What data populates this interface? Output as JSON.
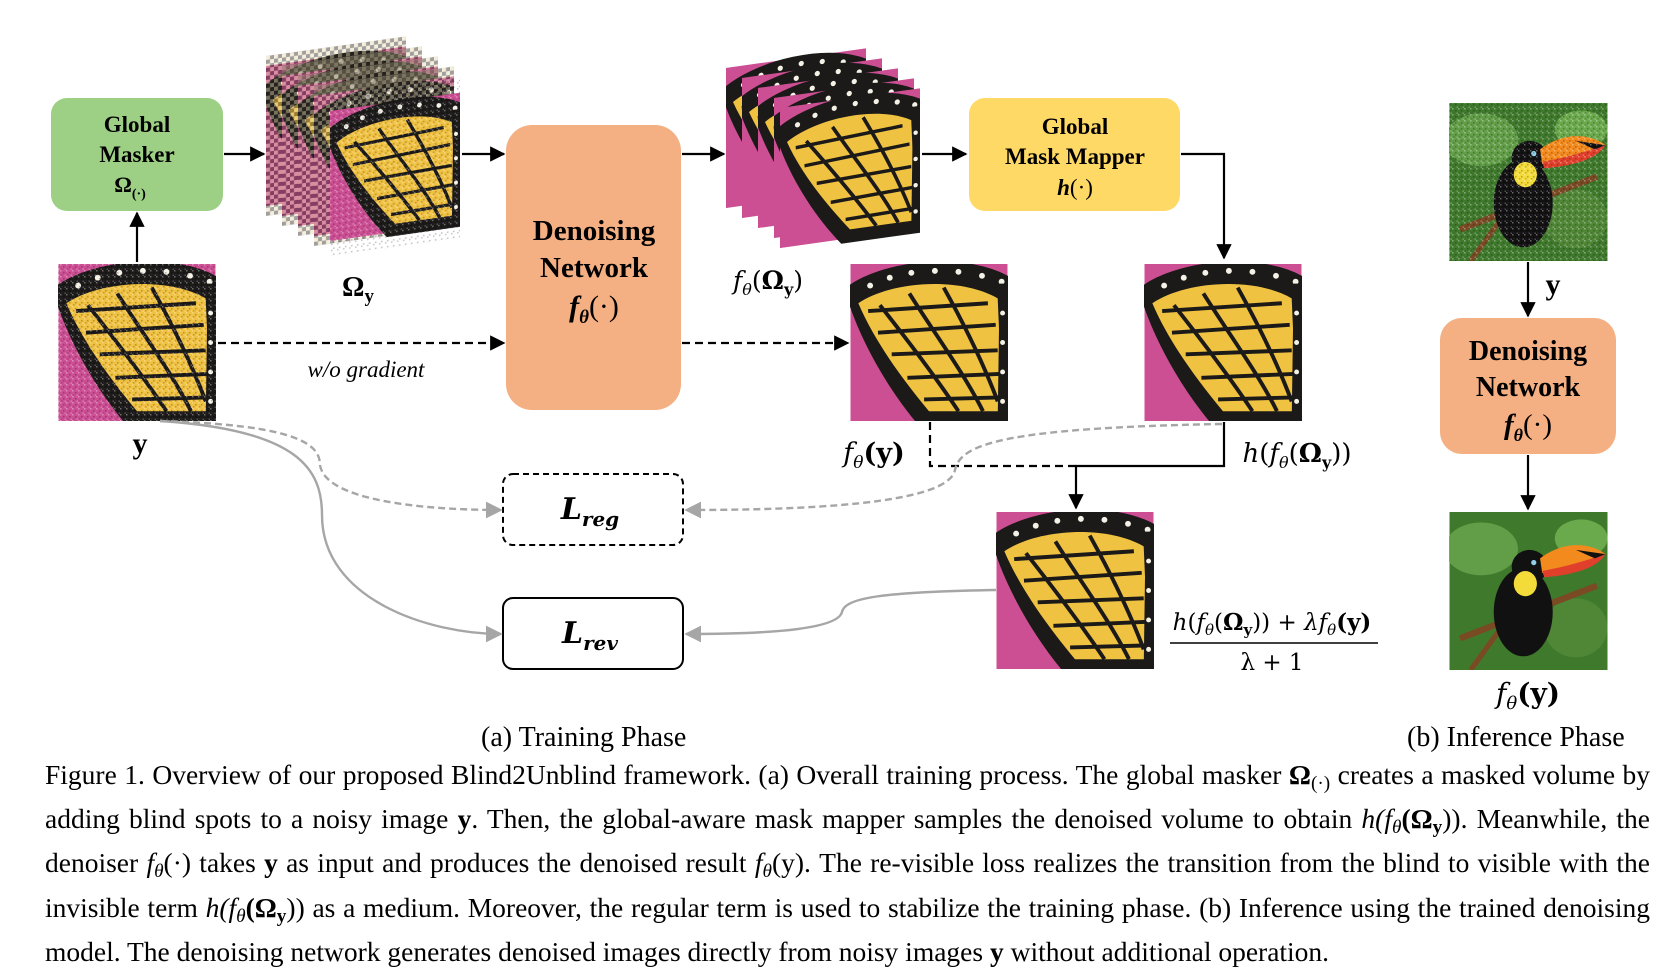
{
  "colors": {
    "masker_box": "#9dd085",
    "denoise_box": "#f4af83",
    "mapper_box": "#ffd966",
    "arrow_gray": "#a6a6a6",
    "butterfly_yellow": "#f0c242",
    "butterfly_pink": "#cf3f86",
    "toucan_green": "#3f7a2c"
  },
  "training": {
    "masker": {
      "line1": "Global",
      "line2": "Masker",
      "sym": "Ω",
      "sub": "(·)"
    },
    "omega_label": {
      "sym": "Ω",
      "sub": "y"
    },
    "denoiser": {
      "line1": "Denoising",
      "line2": "Network",
      "sym": "f",
      "sub": "θ",
      "arg": "(·)"
    },
    "f_omega_label": {
      "f": "f",
      "sub": "θ",
      "open": "(",
      "sym": "Ω",
      "sub2": "y",
      "close": ")"
    },
    "mapper": {
      "line1": "Global",
      "line2": "Mask Mapper",
      "sym": "h",
      "arg": "(·)"
    },
    "y_label": "y",
    "wo_gradient": "w/o gradient",
    "fy_label": {
      "f": "f",
      "sub": "θ",
      "arg": "(y)"
    },
    "h_label": {
      "h": "h",
      "open": "(",
      "f": "f",
      "sub": "θ",
      "open2": "(",
      "sym": "Ω",
      "sub2": "y",
      "close": "))"
    },
    "l_reg": {
      "L": "L",
      "sub": "reg"
    },
    "l_rev": {
      "L": "L",
      "sub": "rev"
    },
    "fraction": {
      "num_h": "h",
      "num_open": "(",
      "num_f": "f",
      "num_sub": "θ",
      "num_open2": "(",
      "num_sym": "Ω",
      "num_sub2": "y",
      "num_close": "))",
      "num_plus": " + ",
      "num_lambda": "λ",
      "num_f2": "f",
      "num_sub3": "θ",
      "num_y": "(y)",
      "den": "λ + 1"
    },
    "phase_label": "(a) Training Phase"
  },
  "inference": {
    "y_label": "y",
    "denoiser": {
      "line1": "Denoising",
      "line2": "Network",
      "sym": "f",
      "sub": "θ",
      "arg": "(·)"
    },
    "fy_label": {
      "f": "f",
      "sub": "θ",
      "arg": "(y)"
    },
    "phase_label": "(b) Inference Phase"
  },
  "caption": {
    "fig": "Figure 1.",
    "p1": " Overview of our proposed Blind2Unblind framework. (a) Overall training process. The global masker ",
    "omega": "Ω",
    "omega_sub": "(·)",
    "p2": " creates a masked volume by adding blind spots to a noisy image ",
    "y1": "y",
    "p3": ". Then, the global-aware mask mapper samples the denoised volume to obtain ",
    "h1": "h(f",
    "h1_sub": "θ",
    "h1_rest": "(Ω",
    "h1_sub2": "y",
    "h1_close": ")).",
    "p4": " Meanwhile, the denoiser ",
    "f1": "f",
    "f1_sub": "θ",
    "f1_arg": "(·)",
    "p5": " takes ",
    "y2": "y",
    "p6": " as input and produces the denoised result ",
    "f2": "f",
    "f2_sub": "θ",
    "f2_arg": "(y).",
    "p7": " The re-visible loss realizes the transition from the blind to visible with the invisible term ",
    "h2": "h(f",
    "h2_sub": "θ",
    "h2_rest": "(Ω",
    "h2_sub2": "y",
    "h2_close": "))",
    "p8": " as a medium. Moreover, the regular term is used to stabilize the training phase. (b) Inference using the trained denoising model. The denoising network generates denoised images directly from noisy images ",
    "y3": "y",
    "p9": " without additional operation."
  }
}
